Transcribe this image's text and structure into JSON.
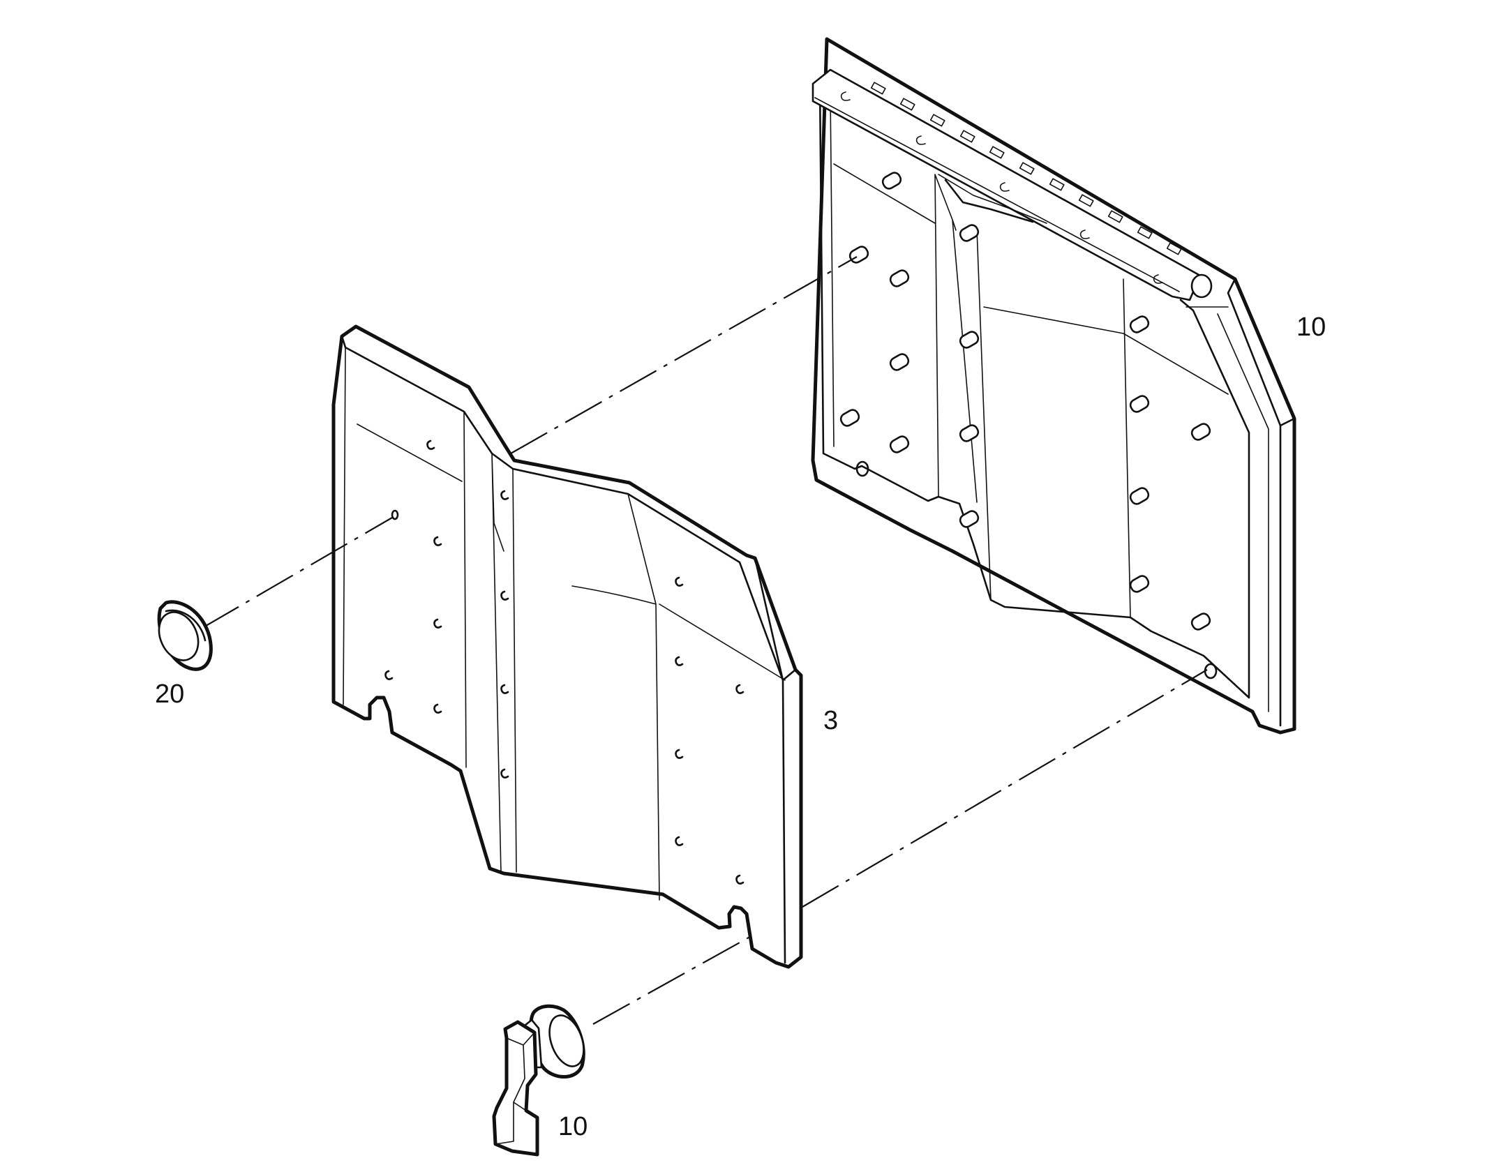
{
  "callouts": {
    "door_frame": "10",
    "inner_panel": "3",
    "plug": "20",
    "latch": "10"
  },
  "colors": {
    "ink": "#111111",
    "paper": "#ffffff"
  }
}
